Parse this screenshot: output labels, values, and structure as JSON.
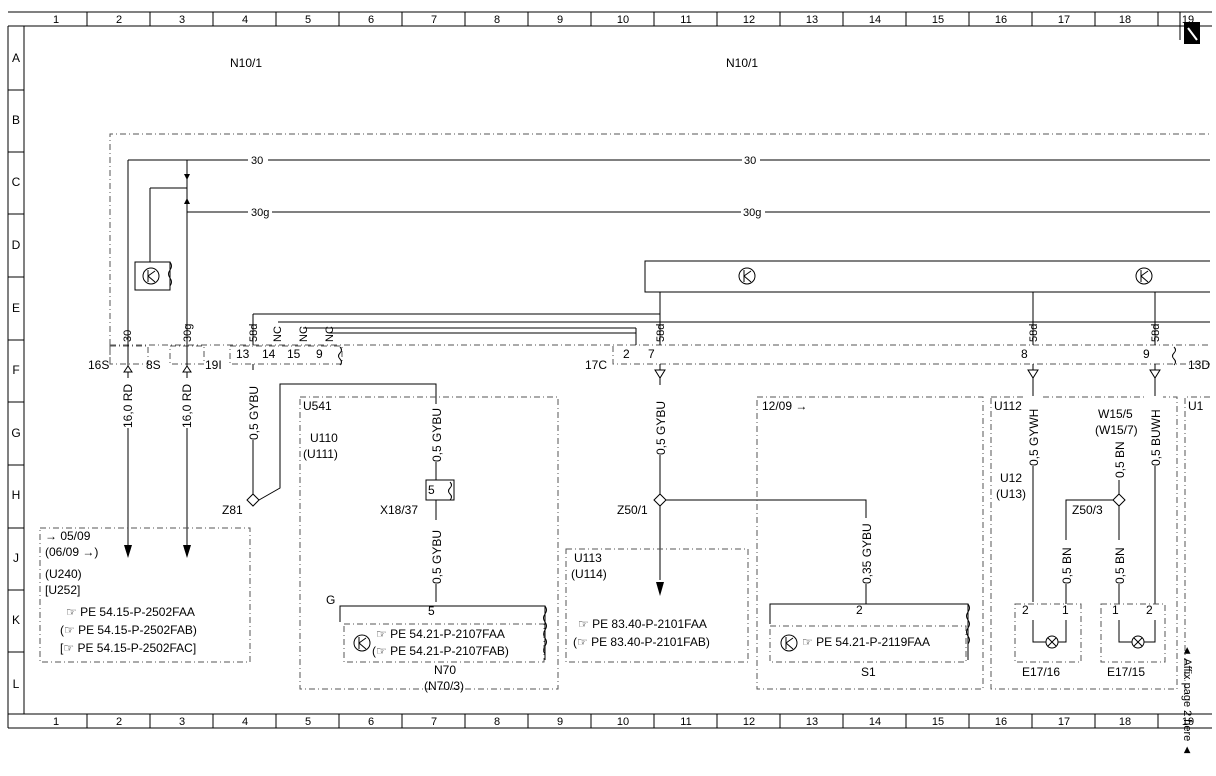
{
  "grid": {
    "cols": [
      "1",
      "2",
      "3",
      "4",
      "5",
      "6",
      "7",
      "8",
      "9",
      "10",
      "11",
      "12",
      "13",
      "14",
      "15",
      "16",
      "17",
      "18",
      "19"
    ],
    "rows": [
      "A",
      "B",
      "C",
      "D",
      "E",
      "F",
      "G",
      "H",
      "J",
      "K",
      "L"
    ]
  },
  "modules": {
    "left": "N10/1",
    "right": "N10/1"
  },
  "buses": {
    "b30_left": "30",
    "b30_right": "30",
    "b30g_left": "30g",
    "b30g_right": "30g"
  },
  "pins": {
    "p30": "30",
    "p30g": "30g",
    "p58d_1": "58d",
    "pNC_1": "NC",
    "pNC_2": "NC",
    "pNC_3": "NC",
    "p58d_2": "58d",
    "p58d_3": "58d",
    "p58d_4": "58d"
  },
  "connectors": {
    "c16S": "16S",
    "c8S": "8S",
    "c19I": "19I",
    "c13": "13",
    "c14": "14",
    "c15": "15",
    "c9": "9",
    "c17C": "17C",
    "c2": "2",
    "c7": "7",
    "c8": "8",
    "c9b": "9",
    "c13D": "13D"
  },
  "wires": {
    "w1": "16,0 RD",
    "w2": "16,0 RD",
    "w3": "0,5 GYBU",
    "w4": "0,5 GYBU",
    "w5": "0,5 GYBU",
    "w6": "0,5 GYBU",
    "w7": "0,35 GYBU",
    "w8": "0,5 GYWH",
    "w9": "0,5 BN",
    "w10": "0,5 BUWH",
    "w11": "0,5 BN",
    "w12": "0,5 BN"
  },
  "labels": {
    "u541": "U541",
    "u110": "U110",
    "u111": "(U111)",
    "z81": "Z81",
    "x1837": "X18/37",
    "x_pin": "5",
    "g": "G",
    "pin5": "5",
    "n70": "N70",
    "n703": "(N70/3)",
    "u113": "U113",
    "u114": "(U114)",
    "z501": "Z50/1",
    "b1209": "12/09 →",
    "s1": "S1",
    "pin2": "2",
    "u112": "U112",
    "u12": "U12",
    "u13": "(U13)",
    "w155": "W15/5",
    "w157": "(W15/7)",
    "z503": "Z50/3",
    "e1716": "E17/16",
    "e1715": "E17/15",
    "l2a": "2",
    "l1a": "1",
    "l1b": "1",
    "l2b": "2",
    "u1": "U1",
    "affix": "◄ Affix page 2 here ◄"
  },
  "refs": {
    "d1": "→ 05/09",
    "d2": "(06/09 →)",
    "d3": "(U240)",
    "d4": "[U252]",
    "r1": "PE 54.15-P-2502FAA",
    "r2": "PE 54.15-P-2502FAB",
    "r3": "PE 54.15-P-2502FAC",
    "r4": "PE 54.21-P-2107FAA",
    "r5": "PE 54.21-P-2107FAB",
    "r6": "PE 83.40-P-2101FAA",
    "r7": "PE 83.40-P-2101FAB",
    "r8": "PE 54.21-P-2119FAA"
  },
  "colors": {
    "line": "#000000",
    "dash": "#555555",
    "corner_badge": "#000000"
  }
}
